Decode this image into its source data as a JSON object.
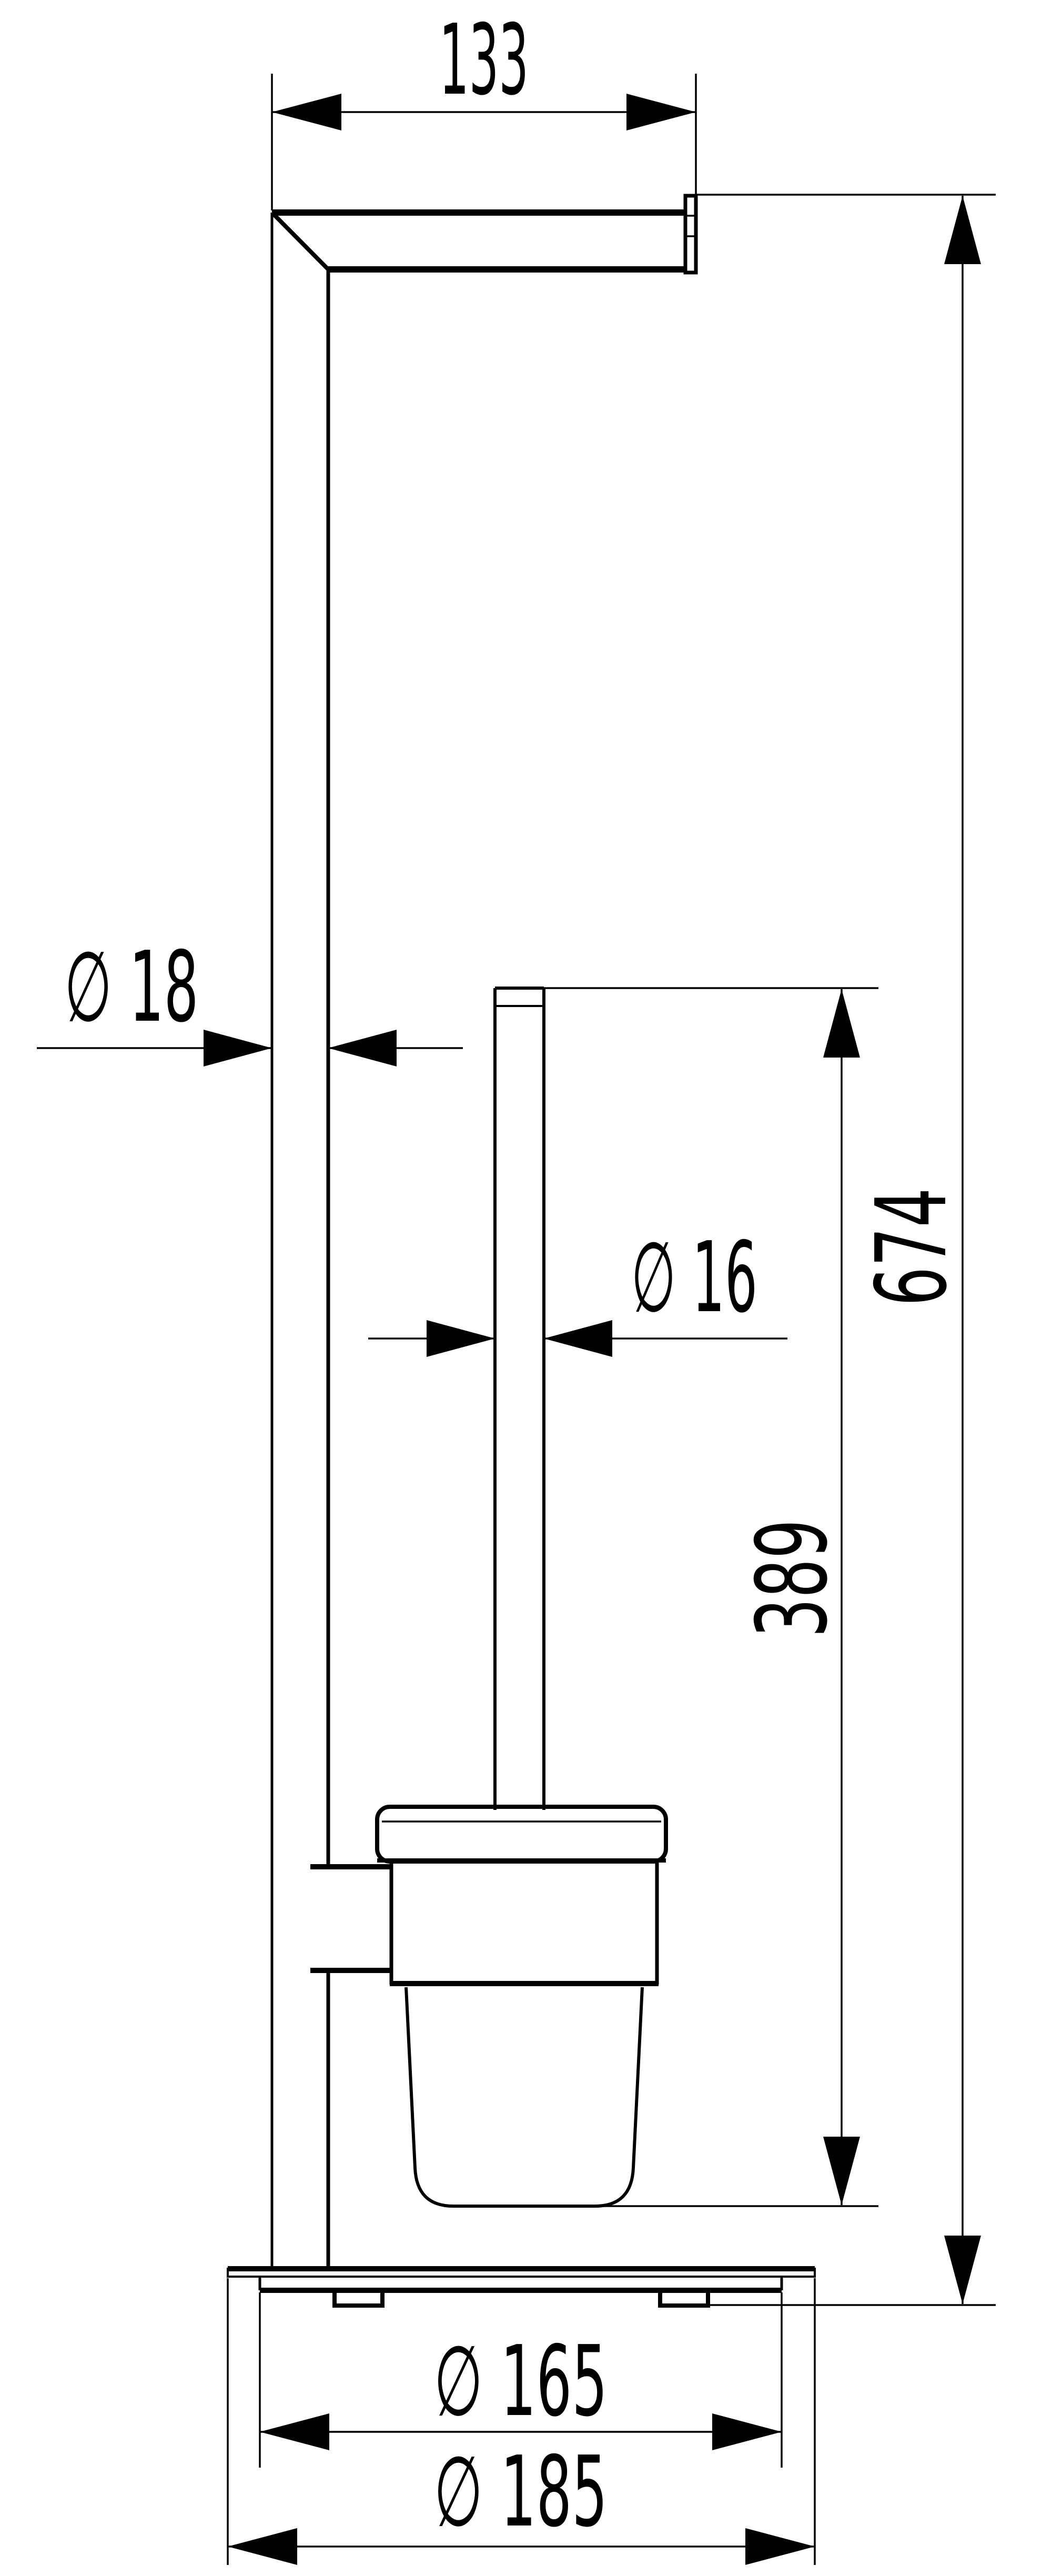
{
  "colors": {
    "background": "#ffffff",
    "line": "#000000"
  },
  "dimensions": {
    "arm_length": {
      "label": "133"
    },
    "post_diameter": {
      "label": "∅ 18"
    },
    "handle_diameter": {
      "label": "∅ 16"
    },
    "overall_height": {
      "label": "674"
    },
    "brush_section_height": {
      "label": "389"
    },
    "base_upper_diameter": {
      "label": "∅ 165"
    },
    "base_outer_diameter": {
      "label": "∅ 185"
    }
  }
}
